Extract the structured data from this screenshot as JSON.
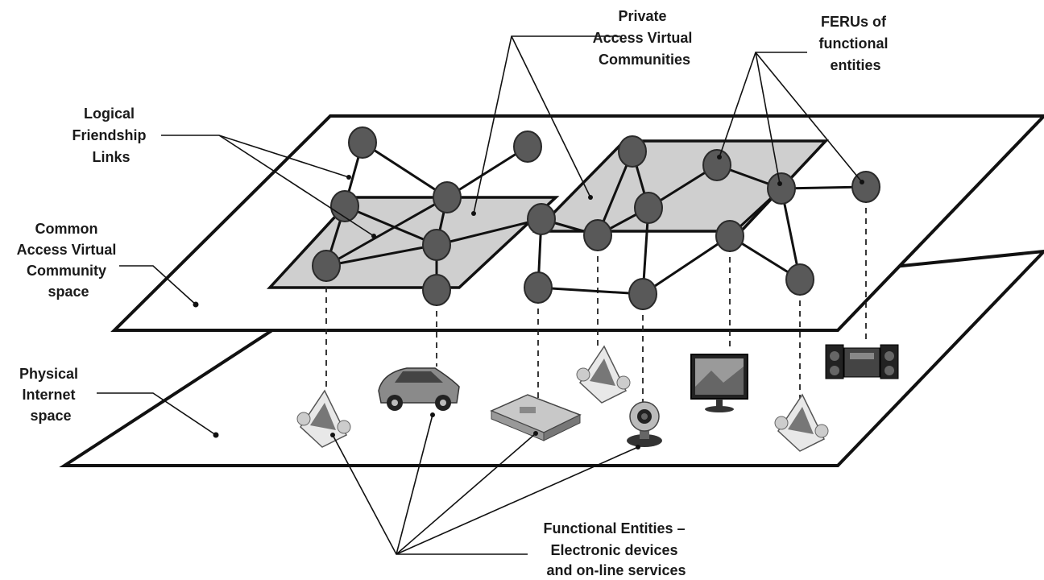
{
  "labels": {
    "private_access": [
      "Private",
      "Access Virtual",
      "Communities"
    ],
    "ferus": [
      "FERUs of",
      "functional",
      "entities"
    ],
    "logical_links": [
      "Logical",
      "Friendship",
      "Links"
    ],
    "common_access": [
      "Common",
      "Access Virtual",
      "Community",
      "space"
    ],
    "physical_internet": [
      "Physical",
      "Internet",
      "space"
    ],
    "functional_entities": [
      "Functional Entities –",
      "Electronic devices",
      "and on-line services"
    ]
  },
  "devices": [
    {
      "name": "sensor-device-left",
      "icon": "sensor-icon"
    },
    {
      "name": "car-device",
      "icon": "car-icon"
    },
    {
      "name": "router-device",
      "icon": "router-icon"
    },
    {
      "name": "sensor-device-middle",
      "icon": "sensor-icon"
    },
    {
      "name": "webcam-device",
      "icon": "webcam-icon"
    },
    {
      "name": "tv-device",
      "icon": "tv-icon"
    },
    {
      "name": "sensor-device-right",
      "icon": "sensor-icon"
    },
    {
      "name": "stereo-device",
      "icon": "stereo-icon"
    }
  ],
  "colors": {
    "node": "#595959",
    "private_area": "#cfcfcf",
    "line": "#111111"
  }
}
